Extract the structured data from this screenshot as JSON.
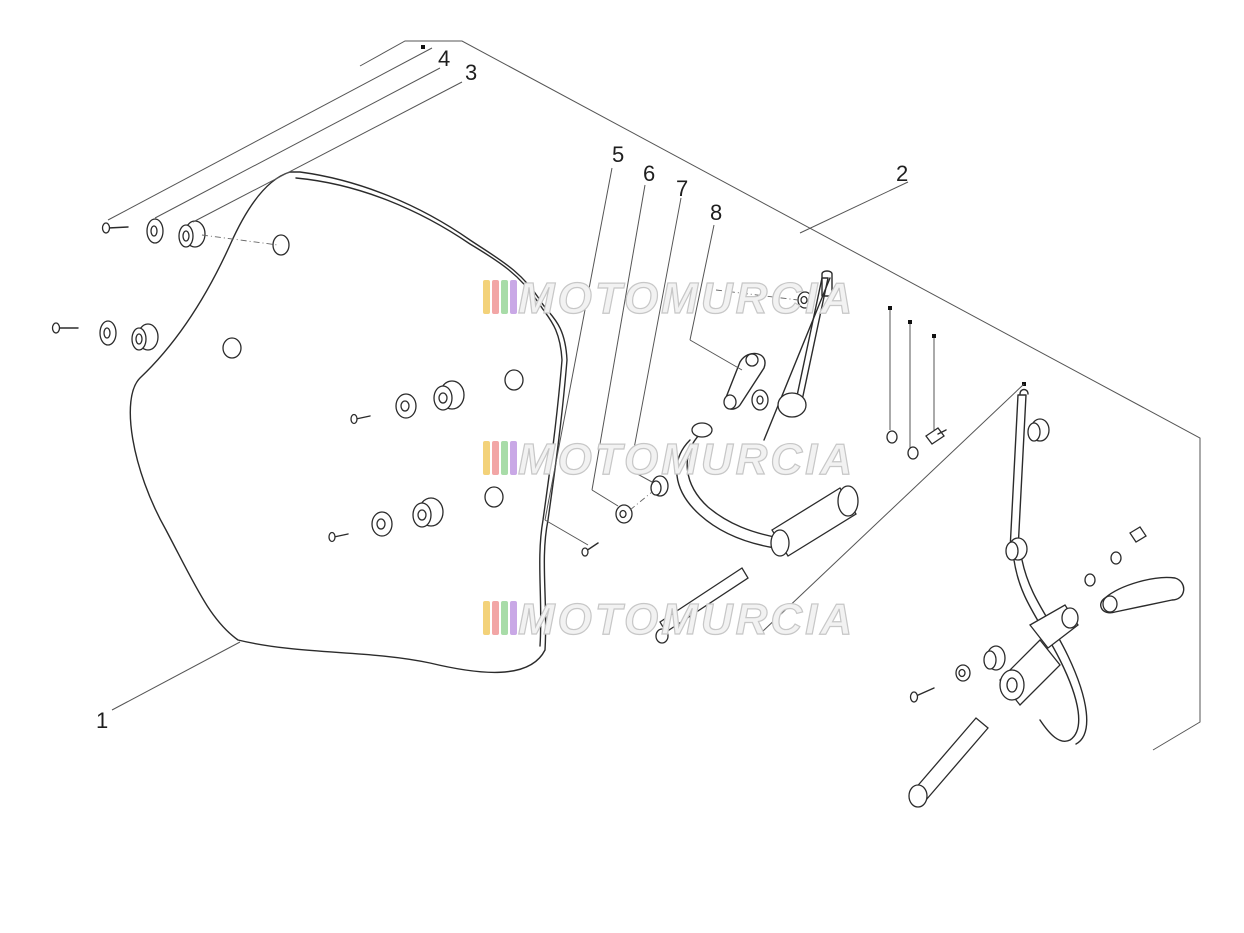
{
  "diagram": {
    "callouts": [
      {
        "id": "1",
        "label": "1"
      },
      {
        "id": "2",
        "label": "2"
      },
      {
        "id": "3",
        "label": "3"
      },
      {
        "id": "4",
        "label": "4"
      },
      {
        "id": "5",
        "label": "5"
      },
      {
        "id": "6",
        "label": "6"
      },
      {
        "id": "7",
        "label": "7"
      },
      {
        "id": "8",
        "label": "8"
      }
    ],
    "watermark": {
      "text": "MOTOMURCIA",
      "stripe_colors": [
        "#f3d27a",
        "#f2a6a6",
        "#a8dca8",
        "#c9a8e6"
      ]
    },
    "colors": {
      "line": "#2b2b2b",
      "leader": "#555555",
      "label": "#1e1e1e"
    }
  }
}
